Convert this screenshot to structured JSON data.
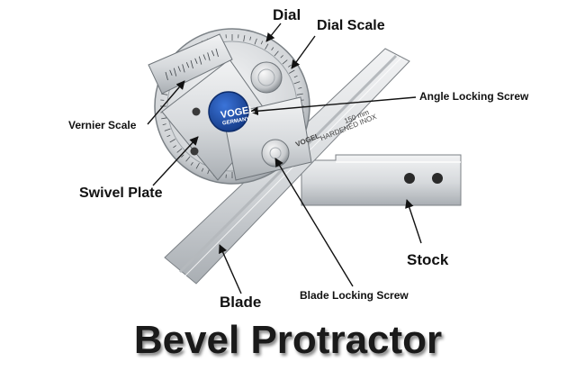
{
  "labels": {
    "dial": "Dial",
    "dial_scale": "Dial Scale",
    "angle_locking_screw": "Angle Locking Screw",
    "vernier_scale": "Vernier Scale",
    "swivel_plate": "Swivel Plate",
    "stock": "Stock",
    "blade": "Blade",
    "blade_locking_screw": "Blade Locking Screw"
  },
  "title": "Bevel Protractor",
  "engravings": {
    "brand_disc": "VOGEL",
    "brand_disc_sub": "GERMANY",
    "blade_brand": "VOGEL",
    "blade_mark": "HARDENED INOX",
    "blade_length": "150 mm"
  },
  "colors": {
    "text": "#111111",
    "brand_disc": "#1e4fa8",
    "metal_light": "#e4e6e8",
    "metal_dark": "#9ea3a8"
  }
}
